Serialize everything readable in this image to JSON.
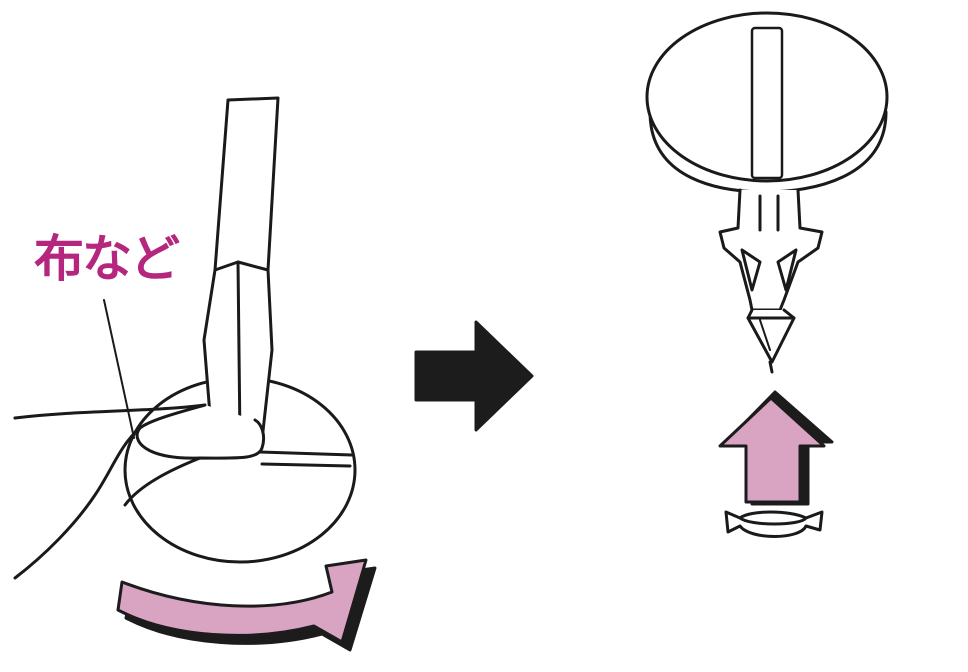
{
  "label": {
    "text": "布など"
  },
  "colors": {
    "label": "#b5267f",
    "arrow_pink": "#d9a4c2",
    "arrow_dark": "#1c1c1c",
    "line": "#1a1a1a",
    "fill": "#ffffff"
  },
  "icons": [
    "screwdriver",
    "hand-with-cloth",
    "rotate-arrow",
    "right-arrow",
    "push-rivet-clip",
    "up-arrow",
    "rivet-collar"
  ]
}
